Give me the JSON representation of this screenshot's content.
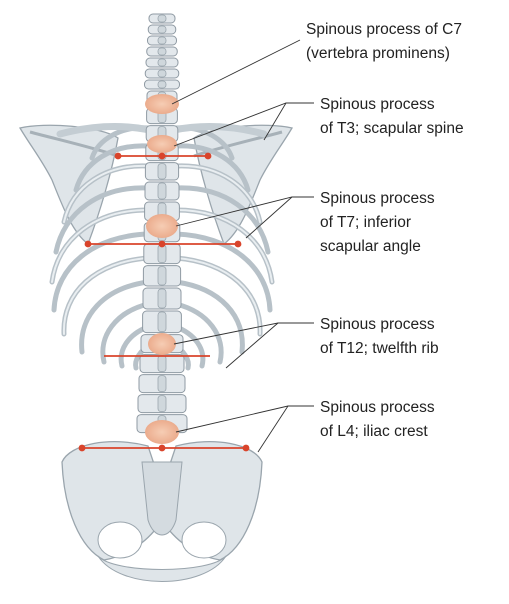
{
  "labels": {
    "c7": {
      "line1": "Spinous process of C7",
      "line2": "(vertebra prominens)"
    },
    "t3": {
      "line1": "Spinous process",
      "line2": "of T3; scapular spine"
    },
    "t7": {
      "line1": "Spinous process",
      "line2": "of T7; inferior",
      "line3": "scapular angle"
    },
    "t12": {
      "line1": "Spinous process",
      "line2": "of T12; twelfth rib"
    },
    "l4": {
      "line1": "Spinous process",
      "line2": "of L4; iliac crest"
    }
  },
  "colors": {
    "bone": "#e7ecef",
    "bone_shade": "#b9c3ca",
    "bone_outline": "#8f9aa3",
    "highlight": "#f0b89a",
    "marker": "#d9442b",
    "leader": "#333333"
  }
}
